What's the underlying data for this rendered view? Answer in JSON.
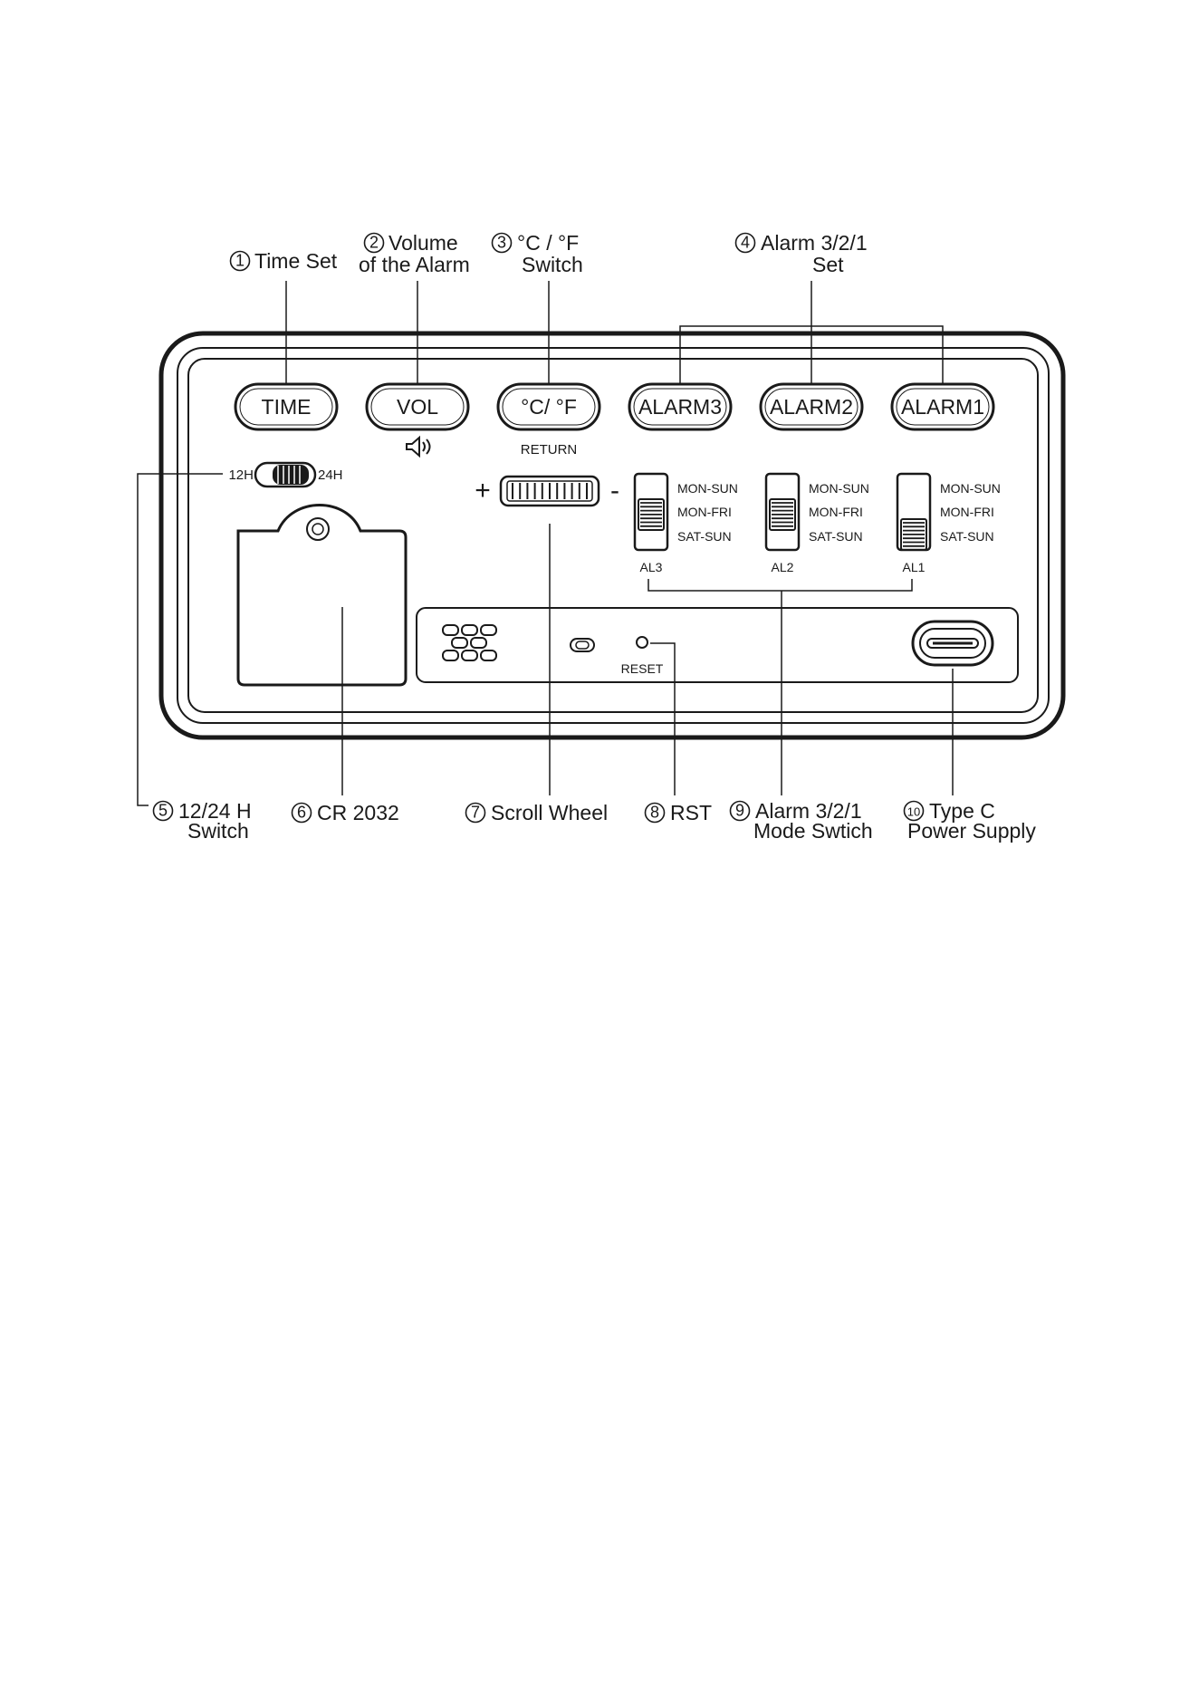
{
  "callouts": [
    {
      "num": "1",
      "lines": [
        "Time Set"
      ]
    },
    {
      "num": "2",
      "lines": [
        "Volume",
        "of the Alarm"
      ]
    },
    {
      "num": "3",
      "lines": [
        "°C / °F",
        "Switch"
      ]
    },
    {
      "num": "4",
      "lines": [
        "Alarm 3/2/1",
        "Set"
      ]
    },
    {
      "num": "5",
      "lines": [
        "12/24 H",
        "Switch"
      ]
    },
    {
      "num": "6",
      "lines": [
        "CR 2032"
      ]
    },
    {
      "num": "7",
      "lines": [
        "Scroll Wheel"
      ]
    },
    {
      "num": "8",
      "lines": [
        "RST"
      ]
    },
    {
      "num": "9",
      "lines": [
        "Alarm 3/2/1",
        "Mode Swtich"
      ]
    },
    {
      "num": "10",
      "lines": [
        "Type C",
        "Power Supply"
      ]
    }
  ],
  "buttons": [
    "TIME",
    "VOL",
    "°C/ °F",
    "ALARM3",
    "ALARM2",
    "ALARM1"
  ],
  "return_label": "RETURN",
  "hour_switch": {
    "left": "12H",
    "right": "24H"
  },
  "wheel": {
    "plus": "+",
    "minus": "-"
  },
  "mode_options": [
    "MON-SUN",
    "MON-FRI",
    "SAT-SUN"
  ],
  "mode_switches": [
    {
      "label": "AL3",
      "position": 1
    },
    {
      "label": "AL2",
      "position": 1
    },
    {
      "label": "AL1",
      "position": 2
    }
  ],
  "reset_label": "RESET",
  "icons": [
    "speaker-icon",
    "speaker-grille-icon",
    "led-indicator-icon",
    "usb-c-port-icon"
  ]
}
